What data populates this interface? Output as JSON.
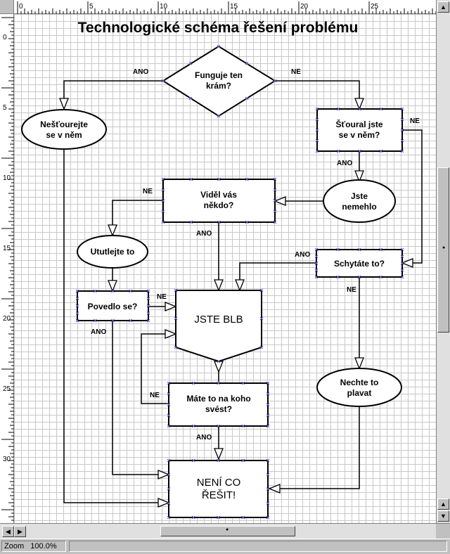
{
  "diagram": {
    "title": "Technologické schéma řešení problému",
    "nodes": {
      "funguje": [
        "Funguje ten",
        "krám?"
      ],
      "nestourejte": [
        "Nešťourejte",
        "se v něm"
      ],
      "stoural": [
        "Šťoural jste",
        "se v něm?"
      ],
      "videl": [
        "Viděl vás",
        "někdo?"
      ],
      "jste_nemehlo": [
        "Jste",
        "nemehlo"
      ],
      "ututlejte": [
        "Ututlejte to"
      ],
      "schytate": [
        "Schytáte to?"
      ],
      "povedlo": [
        "Povedlo se?"
      ],
      "jste_blb": [
        "JSTE BLB"
      ],
      "nechte": [
        "Nechte to",
        "plavat"
      ],
      "mate": [
        "Máte to na koho",
        "svést?"
      ],
      "neni": [
        "NENÍ CO",
        "ŘEŠIT!"
      ]
    },
    "edge_labels": {
      "ano_funguje": "ANO",
      "ne_funguje": "NE",
      "ne_stoural": "NE",
      "ano_stoural": "ANO",
      "ne_videl": "NE",
      "ano_videl": "ANO",
      "ano_schytate": "ANO",
      "ne_schytate": "NE",
      "ne_povedlo": "NE",
      "ano_povedlo": "ANO",
      "ne_mate": "NE",
      "ano_mate": "ANO"
    }
  },
  "ruler_top": [
    "0",
    "5",
    "10",
    "15",
    "20",
    "25"
  ],
  "ruler_left": [
    "0",
    "5",
    "10",
    "15",
    "20",
    "25",
    "30"
  ],
  "statusbar": {
    "zoom_label": "Zoom",
    "zoom_value": "100.0%"
  }
}
